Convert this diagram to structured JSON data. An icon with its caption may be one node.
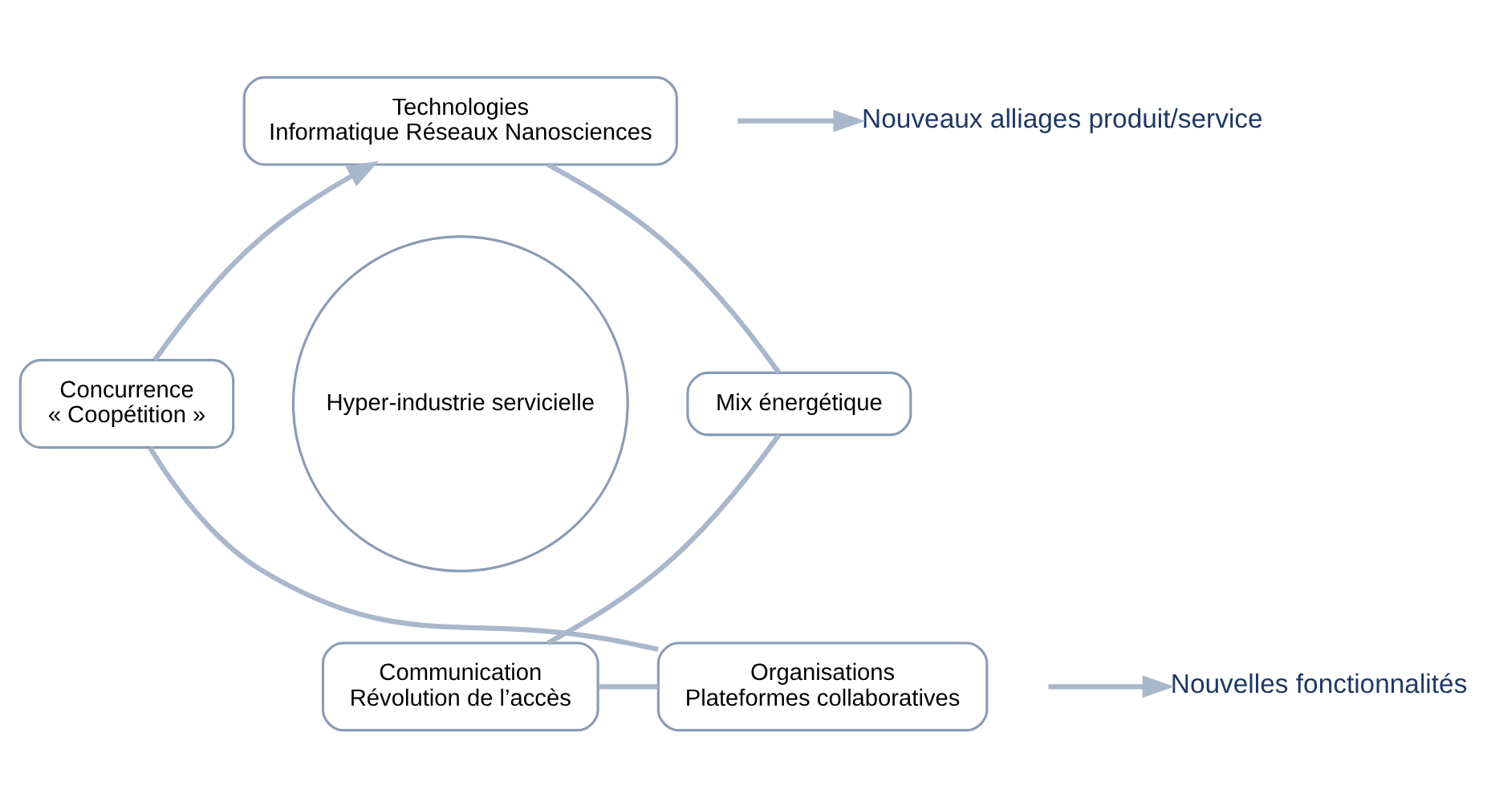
{
  "diagram": {
    "nodes": [
      {
        "text": [
          "Technologies",
          "Informatique Réseaux Nanosciences"
        ]
      },
      {
        "text": [
          "Concurrence",
          "« Coopétition »"
        ]
      },
      {
        "text": [
          "Hyper-industrie servicielle"
        ]
      },
      {
        "text": [
          "Mix énergétique"
        ]
      },
      {
        "text": [
          "Organisations",
          "Plateformes collaboratives"
        ]
      },
      {
        "text": [
          "Communication",
          "Révolution de l’accès"
        ]
      },
      {
        "text": [
          "Nouveaux alliages produit/service"
        ]
      },
      {
        "text": [
          "Nouvelles fonctionnalités"
        ]
      }
    ],
    "edges": [
      {
        "from": 1,
        "to": 0,
        "arrow": "to"
      },
      {
        "from": 0,
        "to": 3,
        "arrow": "none"
      },
      {
        "from": 3,
        "to": 5,
        "arrow": "none"
      },
      {
        "from": 5,
        "to": 4,
        "arrow": "none"
      },
      {
        "from": 4,
        "to": 1,
        "arrow": "none"
      },
      {
        "from": null,
        "to": 6,
        "arrow": "to"
      },
      {
        "from": null,
        "to": 7,
        "arrow": "to"
      }
    ]
  }
}
